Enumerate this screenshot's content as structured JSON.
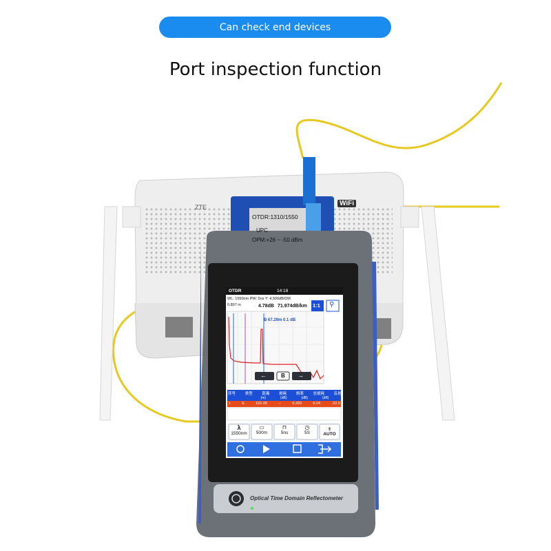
{
  "banner": {
    "text": "Can check end devices"
  },
  "heading": {
    "text": "Port inspection function"
  },
  "label_card": {
    "line1": "OTDR:1310/1550",
    "line2": "UPC",
    "line3": "OPM:+26 ~ -50 dBm"
  },
  "router": {
    "brand": "ZTE",
    "wifi": "WiFi"
  },
  "device": {
    "app_name": "OTDR",
    "time": "14:18",
    "params": "WL: 1550nm PW: 5ns Y: 4,500dB/DM",
    "dist_small": "0.807 m",
    "loss_reading": "4.78dB",
    "dist_reading": "71.974dB/km",
    "marker_b": "B 67.29m 0.1 dB",
    "ratio_button": "1:1",
    "nav_b": "B",
    "table_headers": [
      "序号",
      "类型",
      "距离",
      "损耗",
      "斜率",
      "总损耗",
      "反射"
    ],
    "table_units": [
      "(m)",
      "(dB)",
      "(dB)",
      "(dB)"
    ],
    "table_row": [
      "1",
      "E",
      "101.09",
      "--",
      "0.203",
      "0.04",
      "-32.6"
    ],
    "toolbar": [
      {
        "icon": "lambda-icon",
        "label": "1550nm"
      },
      {
        "icon": "ruler-icon",
        "label": "500m"
      },
      {
        "icon": "pulse-icon",
        "label": "5ns"
      },
      {
        "icon": "clock-icon",
        "label": "5S"
      },
      {
        "icon": "auto-icon",
        "label": "AUTO"
      }
    ],
    "brand_text": "Optical Time Domain Reflectometer"
  }
}
